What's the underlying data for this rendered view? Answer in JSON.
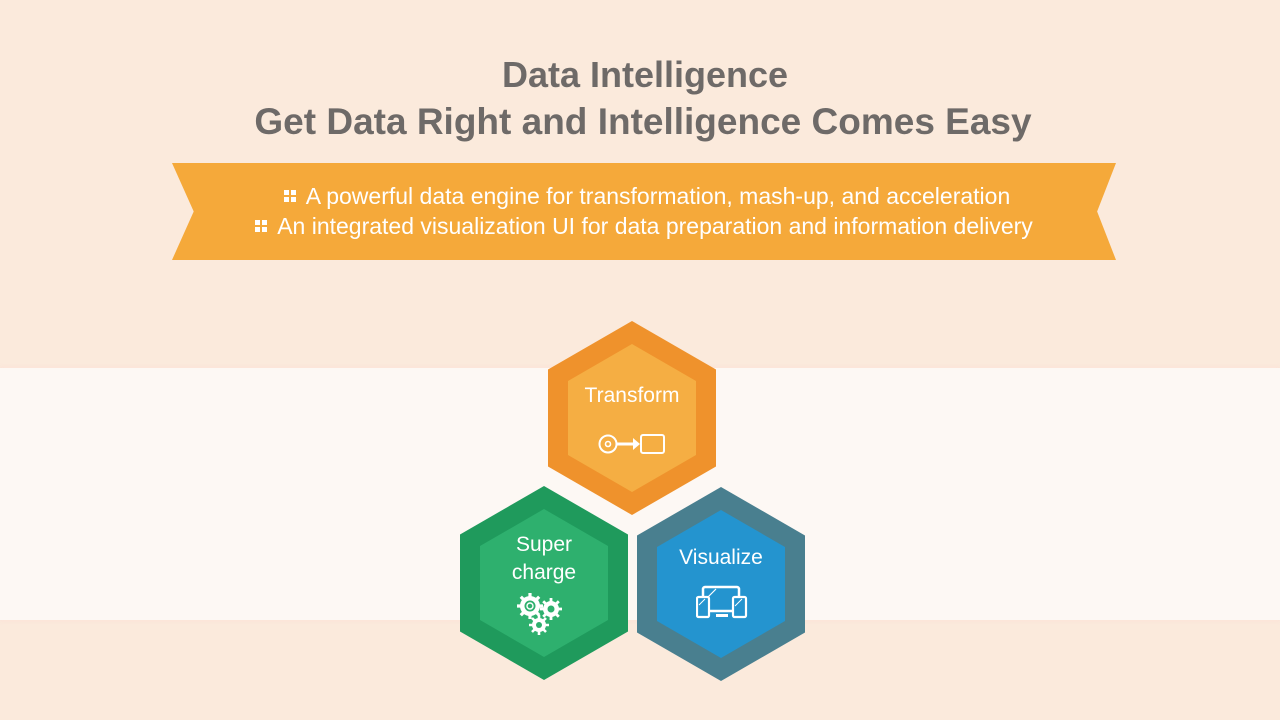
{
  "header": {
    "title": "Data Intelligence",
    "subtitle": "Get Data Right and Intelligence Comes Easy"
  },
  "banner": {
    "bullet_icon": "grid-bullet-icon",
    "items": [
      "A powerful data engine for transformation, mash-up, and acceleration",
      "An integrated visualization UI for data preparation and information delivery"
    ]
  },
  "hexagons": [
    {
      "label": "Transform",
      "icon": "key-arrow-box-icon",
      "outer_color": "#ef922c",
      "inner_color": "#f5ae43"
    },
    {
      "label_line1": "Super",
      "label_line2": "charge",
      "icon": "gears-icon",
      "outer_color": "#1f9a5c",
      "inner_color": "#2eb06e"
    },
    {
      "label": "Visualize",
      "icon": "devices-icon",
      "outer_color": "#497f8f",
      "inner_color": "#2494cf"
    }
  ],
  "colors": {
    "background": "#fbeadc",
    "band": "#fdf8f4",
    "title": "#6e6a68",
    "banner": "#f5a93a"
  }
}
